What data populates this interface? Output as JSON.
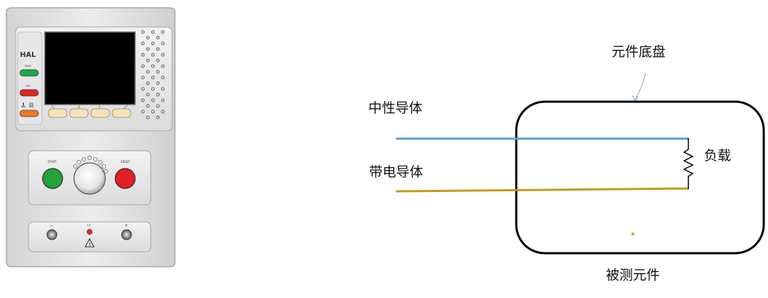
{
  "instrument": {
    "logo": "HAL",
    "pass_label": "PASS",
    "fail_label": "FAIL",
    "start_label": "START",
    "reset_label": "RESET",
    "minus_label": "−",
    "hv_label": "H.T.",
    "plus_label": "+",
    "warning_glyph": "!",
    "colors": {
      "pass": "#1fa64a",
      "fail": "#e0261f",
      "range": "#f07a1e",
      "start": "#22a33b",
      "reset": "#e21f26",
      "screen": "#000000",
      "softkey": "#f5e2b5"
    }
  },
  "diagram": {
    "chassis_label": "元件底盘",
    "neutral_label": "中性导体",
    "live_label": "带电导体",
    "load_label": "负载",
    "dut_label": "被测元件",
    "colors": {
      "neutral_wire": "#5b9bd5",
      "live_wire": "#c59a1a",
      "chassis": "#000000",
      "arrow": "#7ea7cf",
      "dot": "#92d050"
    }
  }
}
